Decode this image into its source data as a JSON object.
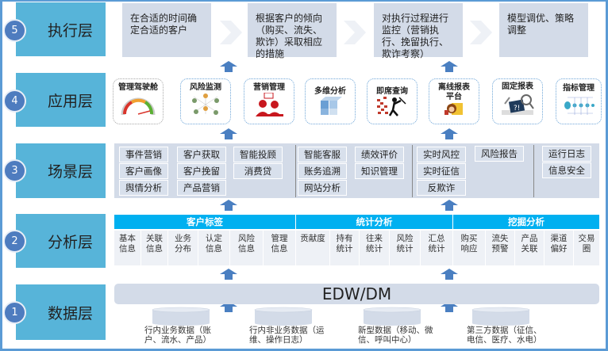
{
  "layers": [
    {
      "num": "5",
      "label": "执行层"
    },
    {
      "num": "4",
      "label": "应用层"
    },
    {
      "num": "3",
      "label": "场景层"
    },
    {
      "num": "2",
      "label": "分析层"
    },
    {
      "num": "1",
      "label": "数据层"
    }
  ],
  "execution": {
    "steps": [
      "在合适的时间确定合适的客户",
      "根据客户的倾向（购买、流失、欺诈）采取相应的措施",
      "对执行过程进行监控（营销执行、挽留执行、欺诈考察）",
      "模型调优、策略调整"
    ]
  },
  "applications": [
    {
      "title": "管理驾驶舱",
      "icon": "gauge-icon"
    },
    {
      "title": "风险监测",
      "icon": "network-icon"
    },
    {
      "title": "营销管理",
      "icon": "people-chat-icon"
    },
    {
      "title": "多维分析",
      "icon": "cube-icon"
    },
    {
      "title": "即席查询",
      "icon": "miner-icon"
    },
    {
      "title": "离线报表平台",
      "icon": "folder-person-icon"
    },
    {
      "title": "固定报表",
      "icon": "report-magnifier-icon"
    },
    {
      "title": "指标管理",
      "icon": "tree-chart-icon"
    }
  ],
  "scenarios": {
    "groups": [
      {
        "columns": [
          [
            "事件营销",
            "客户画像",
            "舆情分析"
          ],
          [
            "客户获取",
            "客户挽留",
            "产品营销"
          ],
          [
            "智能投顾",
            "消费贷"
          ]
        ]
      },
      {
        "columns": [
          [
            "智能客服",
            "账务追溯",
            "网站分析"
          ],
          [
            "绩效评价",
            "知识管理"
          ]
        ]
      },
      {
        "columns": [
          [
            "实时风控",
            "实时征信",
            "反欺诈"
          ],
          [
            "风险报告"
          ]
        ]
      },
      {
        "columns": [
          [
            "运行日志",
            "信息安全"
          ]
        ]
      }
    ]
  },
  "analysis": {
    "sections": [
      {
        "title": "客户标签",
        "items": [
          "基本信息",
          "关联信息",
          "业务分布",
          "认定信息",
          "风险信息",
          "管理信息"
        ]
      },
      {
        "title": "统计分析",
        "items": [
          "贡献度",
          "持有统计",
          "往来统计",
          "风险统计",
          "汇总统计"
        ]
      },
      {
        "title": "挖掘分析",
        "items": [
          "购买响应",
          "流失预警",
          "产品关联",
          "渠道偏好",
          "交易圈"
        ]
      }
    ]
  },
  "data_layer": {
    "warehouse": "EDW/DM",
    "sources": [
      "行内业务数据（账户、流水、产品）",
      "行内非业务数据（运维、操作日志）",
      "新型数据（移动、微信、呼叫中心）",
      "第三方数据（征信、电信、医疗、水电）"
    ]
  },
  "colors": {
    "layer_label": "#57b4d9",
    "number_badge": "#4e7cbf",
    "panel": "#d3dbe8",
    "analysis_header": "#00b0f0",
    "arrow": "#4a7fc1",
    "frame": "#5b9bd5"
  }
}
